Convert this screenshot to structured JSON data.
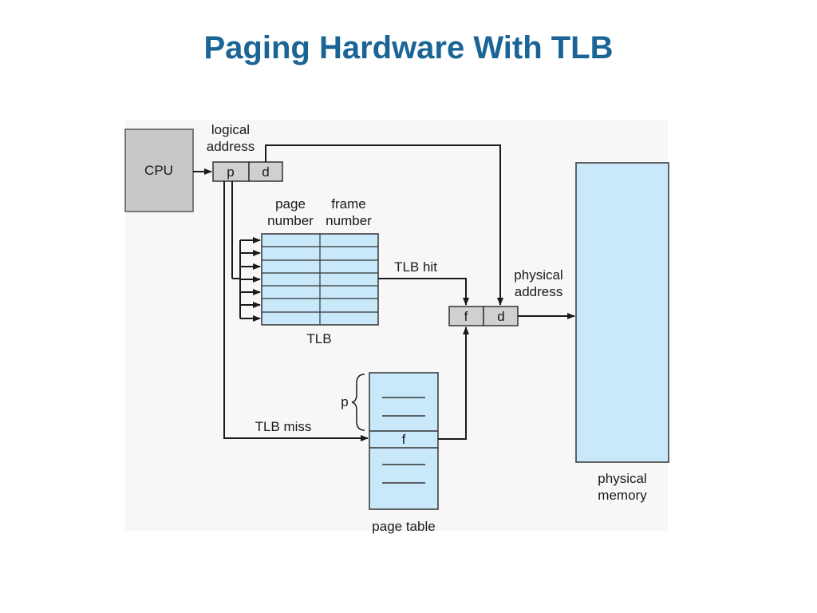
{
  "title": "Paging Hardware With TLB",
  "diagram": {
    "cpu_label": "CPU",
    "logical_address_label": [
      "logical",
      "address"
    ],
    "logical_p": "p",
    "logical_d": "d",
    "page_number_header": [
      "page",
      "number"
    ],
    "frame_number_header": [
      "frame",
      "number"
    ],
    "tlb_label": "TLB",
    "tlb_hit_label": "TLB hit",
    "tlb_miss_label": "TLB miss",
    "physical_address_label": [
      "physical",
      "address"
    ],
    "physical_f": "f",
    "physical_d": "d",
    "page_table_p": "p",
    "page_table_f": "f",
    "page_table_label": "page table",
    "physical_memory_label": [
      "physical",
      "memory"
    ]
  },
  "colors": {
    "title": "#1a6496",
    "memory_fill": "#c9e9fa",
    "register_fill": "#d0d0d0",
    "cpu_fill": "#c8c8c8",
    "panel_bg": "#f7f7f7"
  }
}
